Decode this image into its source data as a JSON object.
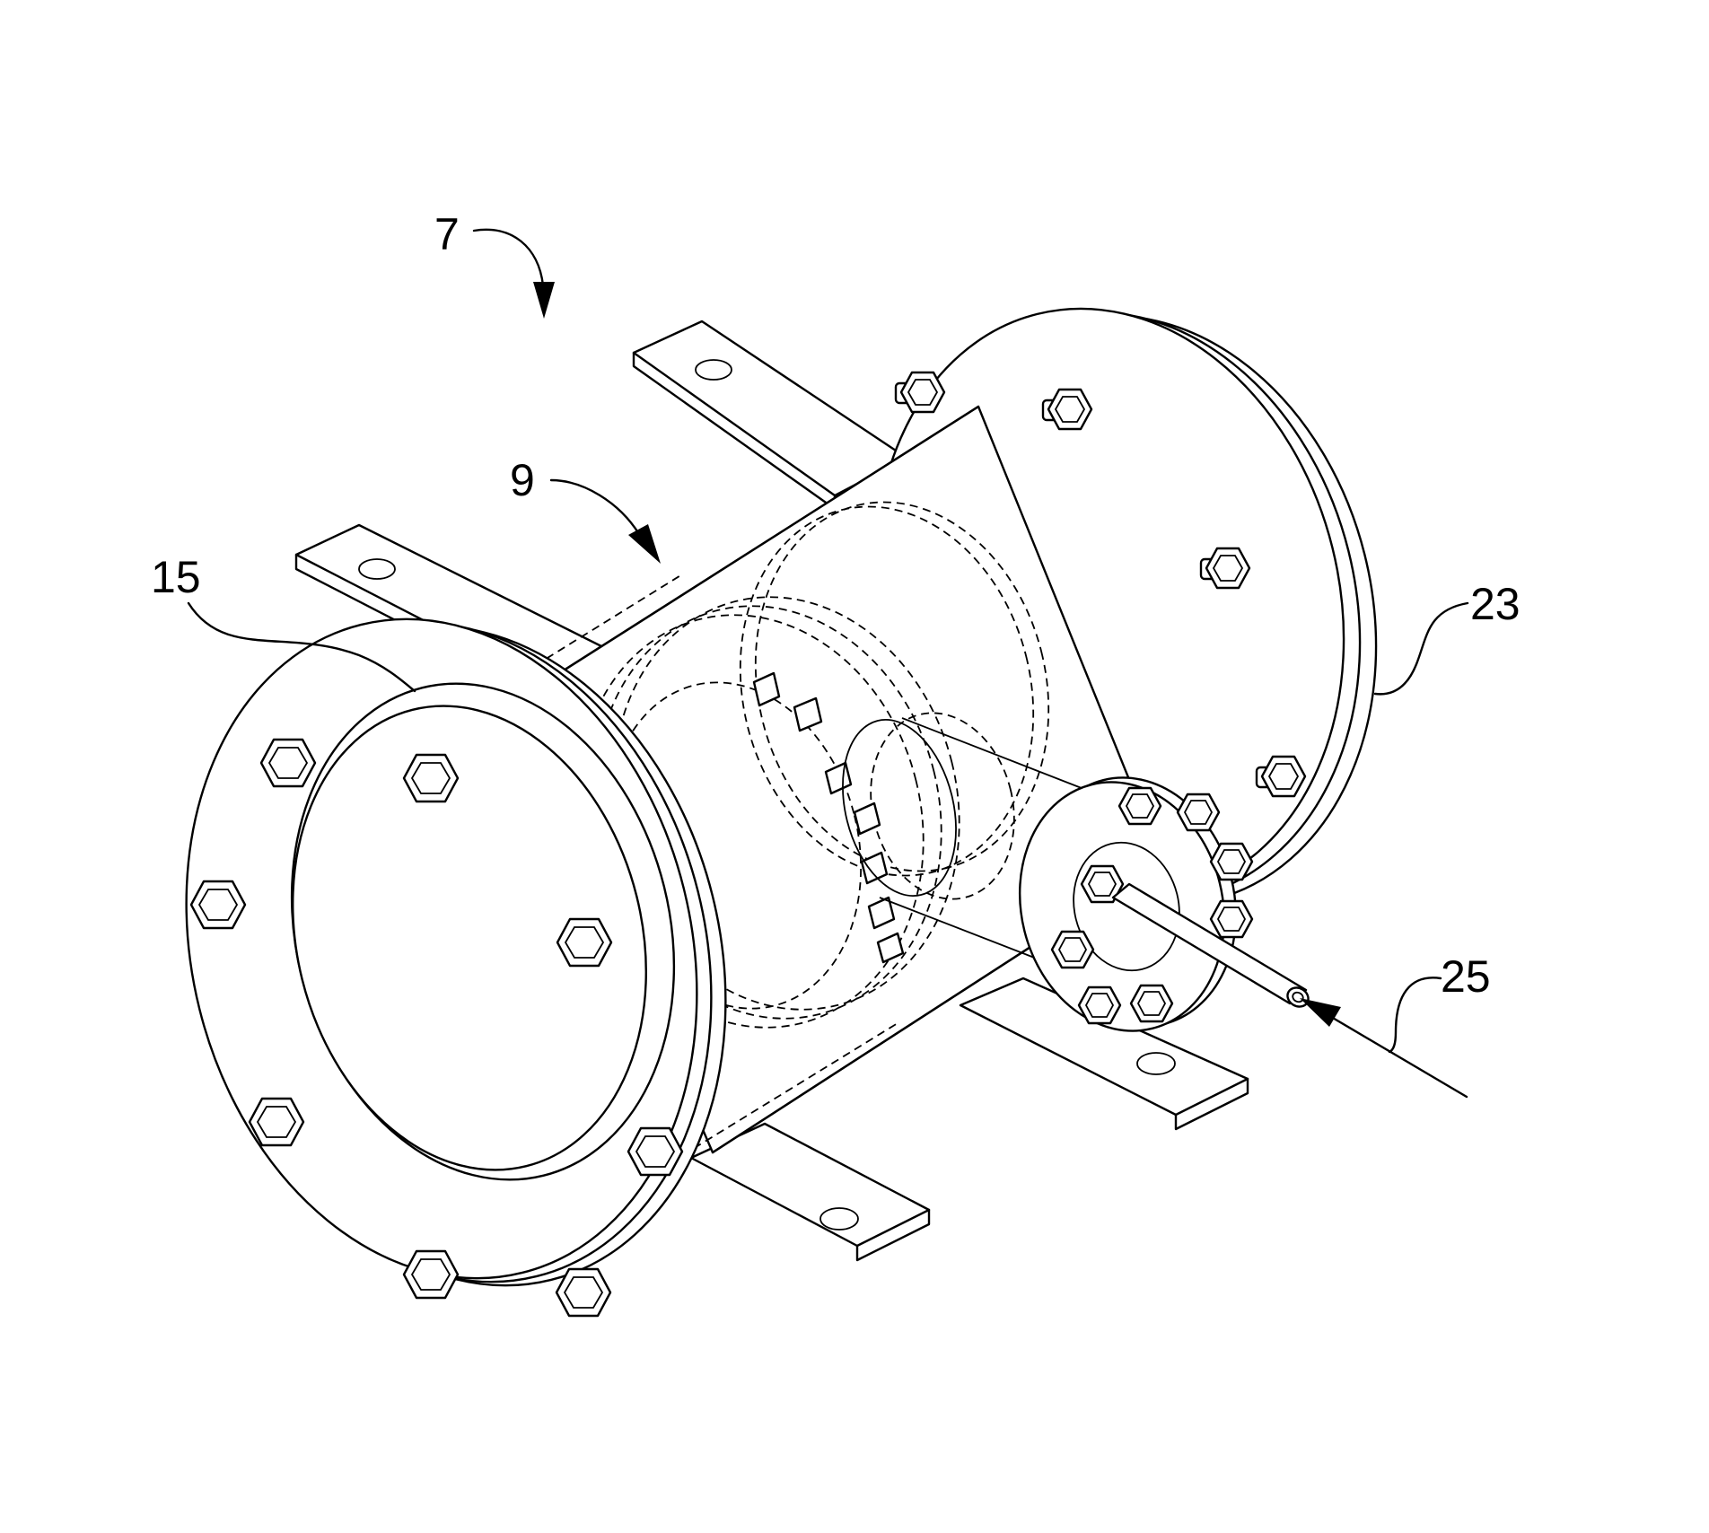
{
  "figure": {
    "reference_labels": {
      "assembly": "7",
      "body": "9",
      "inlet_flange": "15",
      "outlet_flange": "23",
      "injection_tube": "25"
    }
  }
}
